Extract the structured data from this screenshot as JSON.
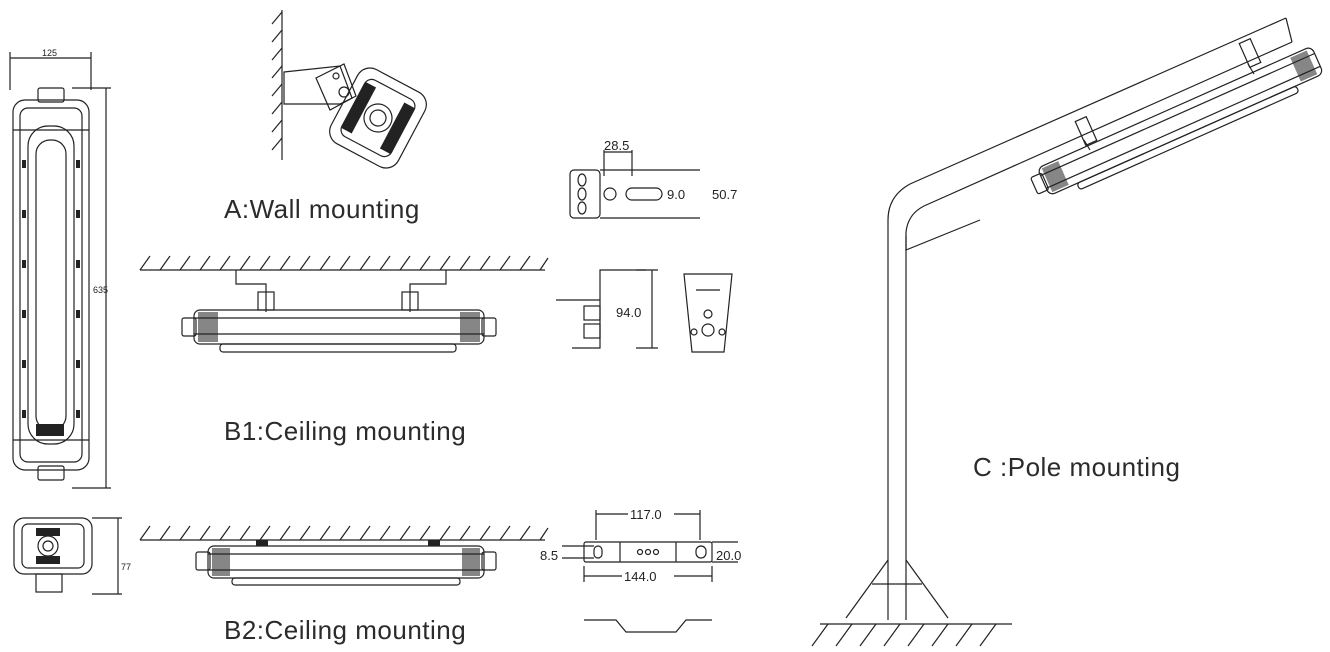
{
  "captions": {
    "wall": "A:Wall mounting",
    "ceiling1": "B1:Ceiling mounting",
    "ceiling2": "B2:Ceiling mounting",
    "pole": "C :Pole mounting"
  },
  "dimensions": {
    "fixture_width": "125",
    "fixture_length": "635",
    "fixture_depth": "77",
    "wall_bracket_hole_spacing": "28.5",
    "wall_bracket_slot": "9.0",
    "wall_bracket_height": "50.7",
    "ceiling_bracket_height": "94.0",
    "flat_bracket_inner": "117.0",
    "flat_bracket_outer": "144.0",
    "flat_bracket_slot": "8.5",
    "flat_bracket_width": "20.0"
  }
}
